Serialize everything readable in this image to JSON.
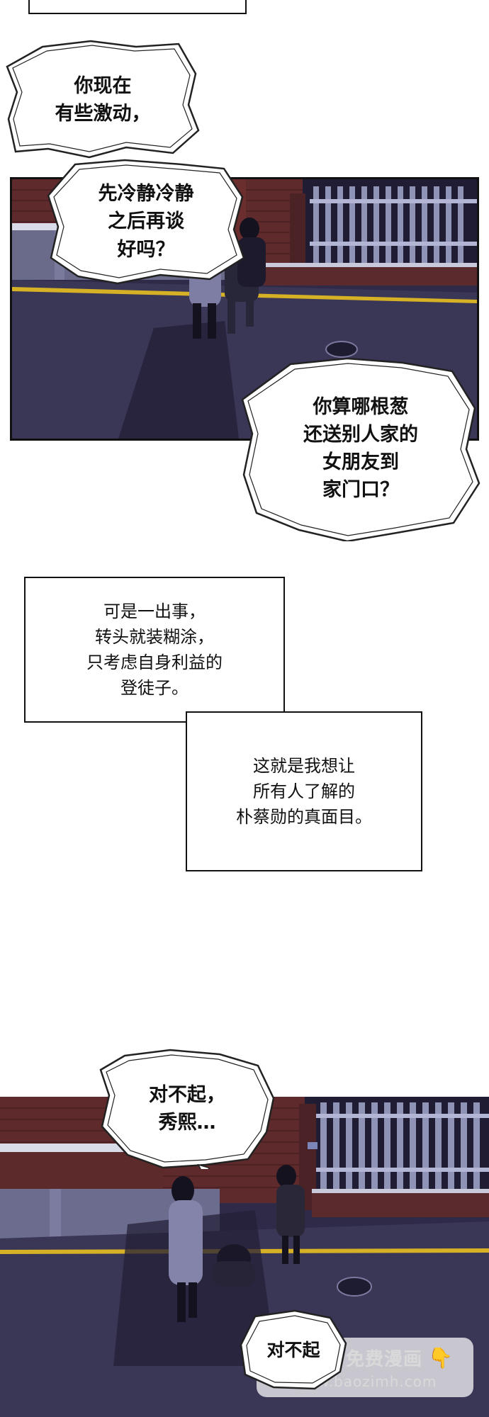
{
  "comic": {
    "bubble_1": {
      "lines": "你现在\n有些激动，"
    },
    "bubble_2": {
      "lines": "先冷静冷静\n之后再谈\n好吗？"
    },
    "bubble_3": {
      "lines": "你算哪根葱\n还送别人家的\n女朋友到\n家门口？"
    },
    "caption_1": {
      "lines": "可是一出事，\n转头就装糊涂，\n只考虑自身利益的\n登徒子。"
    },
    "caption_2": {
      "lines": "这就是我想让\n所有人了解的\n朴蔡勋的真面目。"
    },
    "bubble_4": {
      "lines": "对不起，\n秀熙…"
    },
    "bubble_5": {
      "lines": "对不起"
    }
  },
  "watermark": {
    "title": "最新免费漫画",
    "url": "www.baozimh.com",
    "hand_icon": "pointing-down-hand-icon"
  },
  "colors": {
    "night_sky": "#2c2845",
    "street": "#3d3a5a",
    "brick": "#6e2f2d",
    "road_line": "#d6b126",
    "ink": "#111111"
  }
}
